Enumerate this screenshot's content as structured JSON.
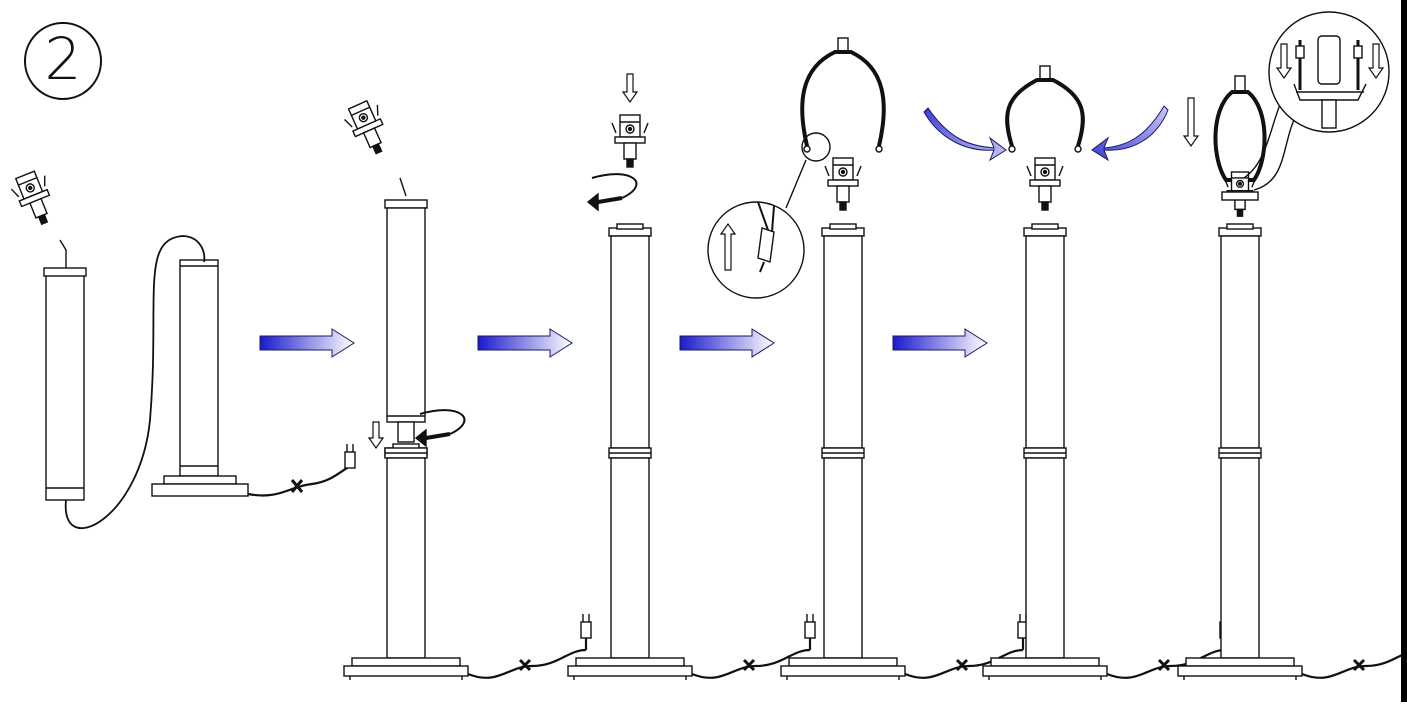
{
  "step": {
    "number": "2"
  },
  "colors": {
    "arrow_dark": "#1a1acc",
    "arrow_light": "#ffffff",
    "line": "#111111",
    "edge": "#000000"
  },
  "figure": {
    "panels": [
      {
        "name": "panel-1",
        "description_icon": "disassembled-lamp-parts"
      },
      {
        "name": "panel-2",
        "description_icon": "lamp-column-screw-icon"
      },
      {
        "name": "panel-3",
        "description_icon": "socket-screw-icon"
      },
      {
        "name": "panel-4",
        "description_icon": "harp-detail-icon"
      },
      {
        "name": "panel-5",
        "description_icon": "harp-insert-icon"
      },
      {
        "name": "panel-6",
        "description_icon": "harp-lock-icon"
      }
    ]
  }
}
